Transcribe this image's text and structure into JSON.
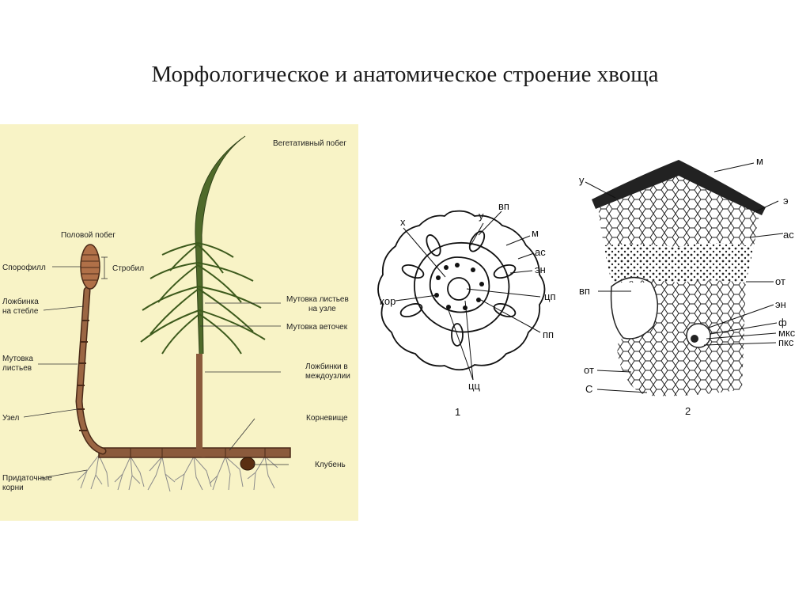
{
  "title": "Морфологическое  и анатомическое строение хвоща",
  "morphology": {
    "vegetative_shoot": "Вегетативный побег",
    "generative_shoot": "Половой побег",
    "sporophyll": "Спорофилл",
    "strobilus": "Стробил",
    "stem_groove_l1": "Ложбинка",
    "stem_groove_l2": "на стебле",
    "leaf_whorl_l1": "Мутовка",
    "leaf_whorl_l2": "листьев",
    "node": "Узел",
    "adventitious_l1": "Придаточные",
    "adventitious_l2": "корни",
    "whorl_at_node_l1": "Мутовка листьев",
    "whorl_at_node_l2": "на узле",
    "branch_whorl": "Мутовка веточек",
    "internode_groove_l1": "Ложбинки в",
    "internode_groove_l2": "междоузлии",
    "rhizome": "Корневище",
    "tuber": "Клубень"
  },
  "cross_section": {
    "x": "х",
    "y": "у",
    "vp": "вп",
    "m": "м",
    "as": "ас",
    "en": "эн",
    "kor": "кор",
    "cp": "цп",
    "pp": "пп",
    "cc": "цц",
    "number": "1"
  },
  "detail_section": {
    "y": "у",
    "m": "м",
    "e": "э",
    "as": "ас",
    "ot": "от",
    "vp": "вп",
    "en": "эн",
    "f": "ф",
    "mks": "мкс",
    "pks": "пкс",
    "ot2": "от",
    "c": "С",
    "number": "2"
  }
}
